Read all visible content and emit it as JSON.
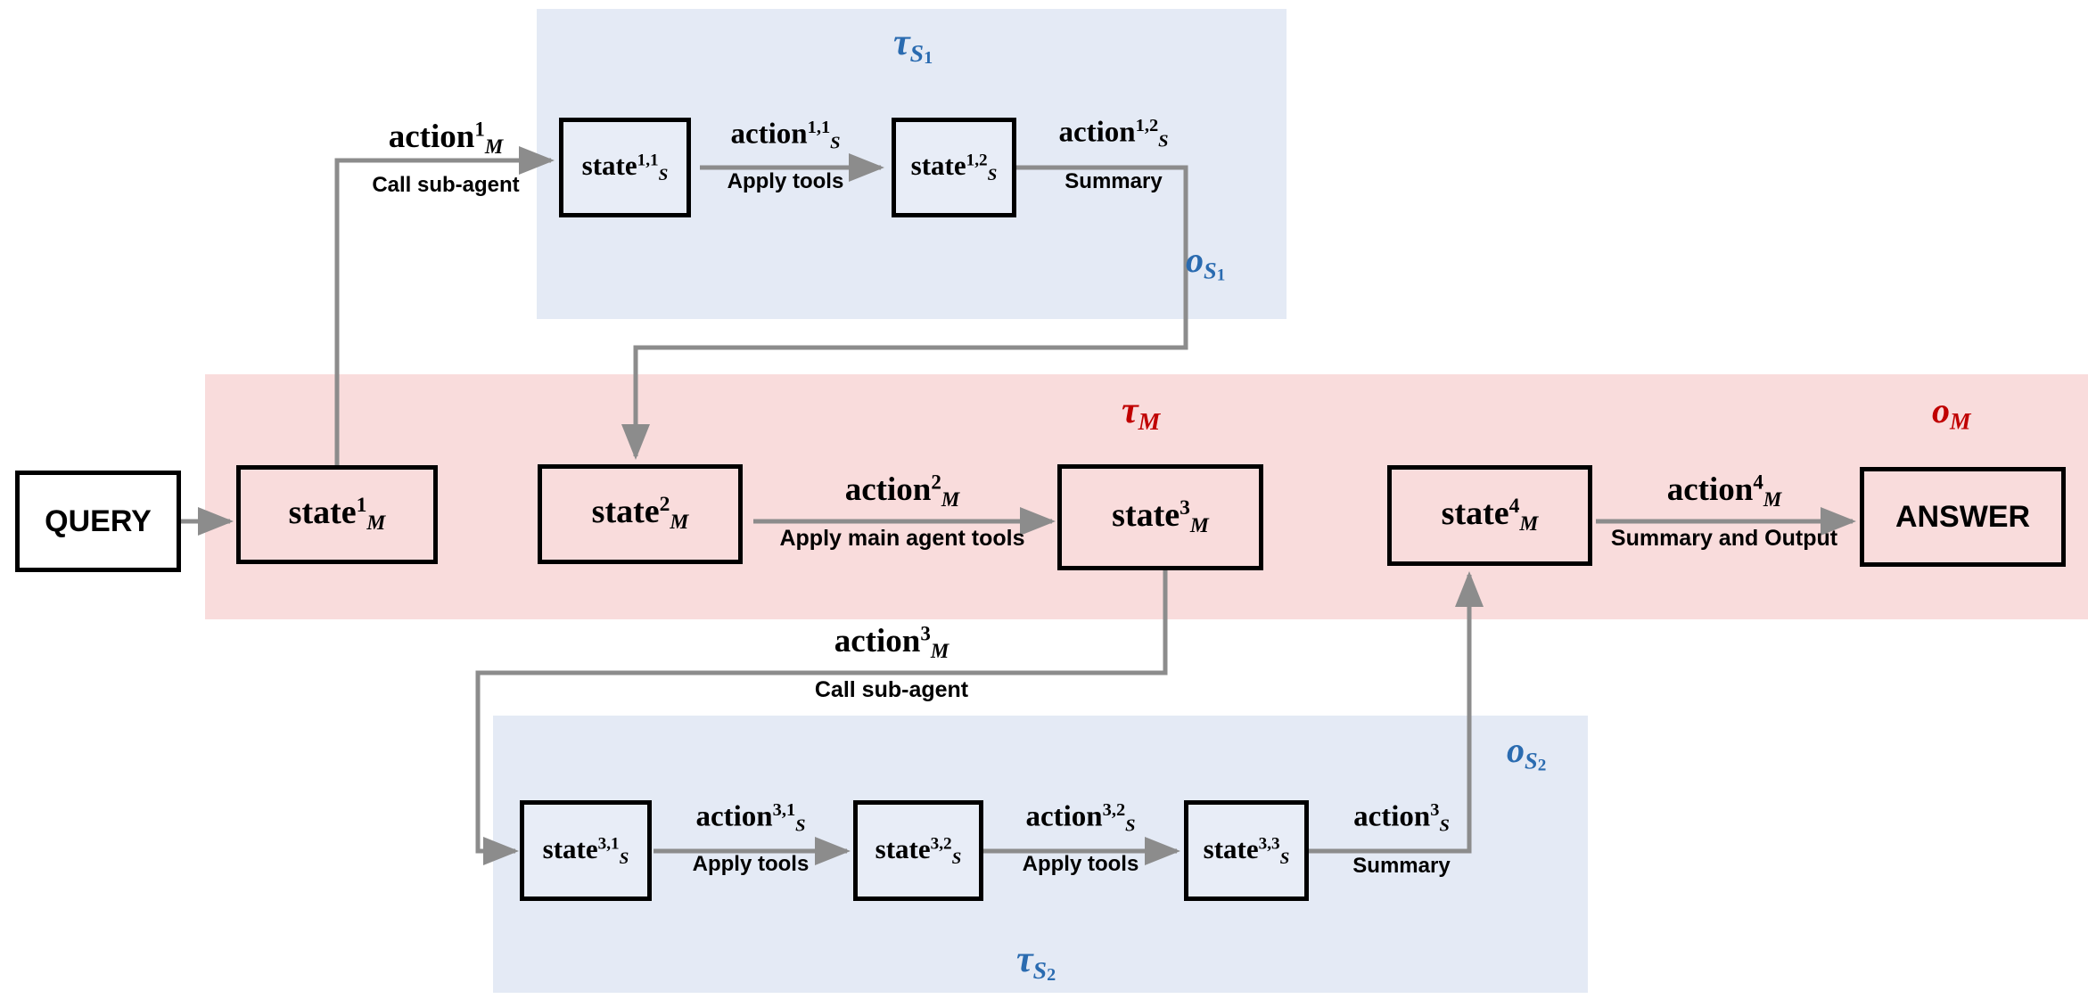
{
  "diagram": {
    "title_hidden": "Multi-agent trajectory diagram",
    "colors": {
      "sub_band": "#e4eaf5",
      "main_band": "#f9dcdc",
      "arrow": "#8c8c8c",
      "tau_sub": "#2a6bb0",
      "tau_main": "#c00000",
      "node_border": "#000000"
    }
  },
  "bands": {
    "sub1": {
      "tau_label": "τ",
      "tau_sub": "S",
      "tau_sub2": "1",
      "o_label": "o",
      "o_sub": "S",
      "o_sub2": "1"
    },
    "main": {
      "tau_label": "τ",
      "tau_sub": "M",
      "o_label": "o",
      "o_sub": "M"
    },
    "sub2": {
      "tau_label": "τ",
      "tau_sub": "S",
      "tau_sub2": "2",
      "o_label": "o",
      "o_sub": "S",
      "o_sub2": "2"
    }
  },
  "nodes": {
    "query": {
      "text": "QUERY"
    },
    "answer": {
      "text": "ANSWER"
    },
    "m1": {
      "base": "state",
      "sup": "1",
      "sub": "M"
    },
    "m2": {
      "base": "state",
      "sup": "2",
      "sub": "M"
    },
    "m3": {
      "base": "state",
      "sup": "3",
      "sub": "M"
    },
    "m4": {
      "base": "state",
      "sup": "4",
      "sub": "M"
    },
    "s1_1": {
      "base": "state",
      "sup": "1,1",
      "sub": "S"
    },
    "s1_2": {
      "base": "state",
      "sup": "1,2",
      "sub": "S"
    },
    "s3_1": {
      "base": "state",
      "sup": "3,1",
      "sub": "S"
    },
    "s3_2": {
      "base": "state",
      "sup": "3,2",
      "sub": "S"
    },
    "s3_3": {
      "base": "state",
      "sup": "3,3",
      "sub": "S"
    }
  },
  "edges": {
    "call_sub1": {
      "base": "action",
      "sup": "1",
      "sub": "M",
      "caption": "Call sub-agent"
    },
    "sub1_tools": {
      "base": "action",
      "sup": "1,1",
      "sub": "S",
      "caption": "Apply tools"
    },
    "sub1_summary": {
      "base": "action",
      "sup": "1,2",
      "sub": "S",
      "caption": "Summary"
    },
    "main_tools": {
      "base": "action",
      "sup": "2",
      "sub": "M",
      "caption": "Apply main agent tools"
    },
    "call_sub2": {
      "base": "action",
      "sup": "3",
      "sub": "M",
      "caption": "Call sub-agent"
    },
    "sub2_tools1": {
      "base": "action",
      "sup": "3,1",
      "sub": "S",
      "caption": "Apply tools"
    },
    "sub2_tools2": {
      "base": "action",
      "sup": "3,2",
      "sub": "S",
      "caption": "Apply tools"
    },
    "sub2_summary": {
      "base": "action",
      "sup": "3",
      "sub": "S",
      "caption": "Summary"
    },
    "final_out": {
      "base": "action",
      "sup": "4",
      "sub": "M",
      "caption": "Summary and Output"
    }
  }
}
